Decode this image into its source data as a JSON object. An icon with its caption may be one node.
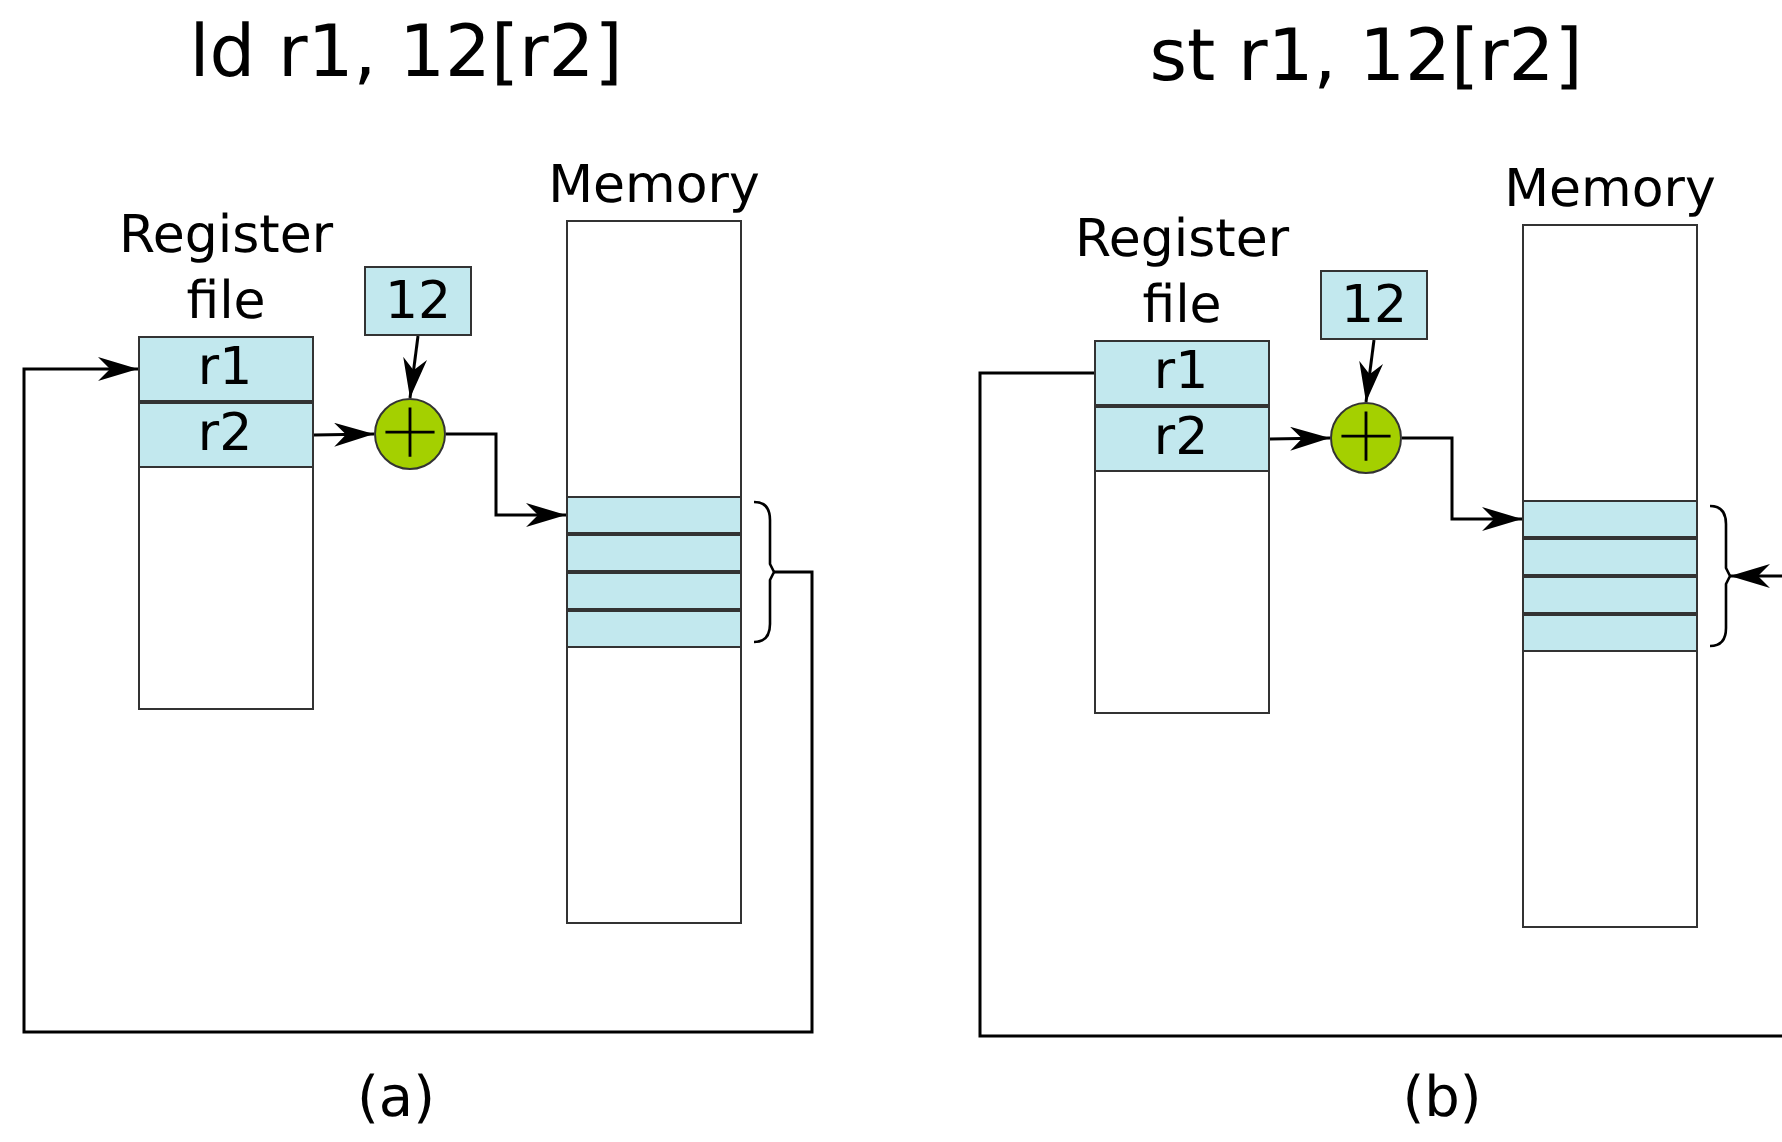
{
  "diagram": {
    "nodes": [
      {
        "text": [
          "Register file"
        ]
      },
      {
        "text": [
          "r1"
        ],
        "in": 0
      },
      {
        "text": [
          "r2"
        ],
        "in": 0
      },
      {
        "text": [
          "12"
        ]
      },
      {
        "text": [],
        "shape": "circle"
      },
      {
        "text": [
          "Memory"
        ]
      },
      {
        "text": [],
        "shape": "box",
        "in": 5
      },
      {
        "text": [],
        "shape": "box",
        "in": 5
      },
      {
        "text": [],
        "shape": "box",
        "in": 5
      },
      {
        "text": [],
        "shape": "box",
        "in": 5
      },
      {
        "text": [],
        "shape": "bracket"
      },
      {
        "text": [
          "Register file"
        ]
      },
      {
        "text": [
          "r1"
        ],
        "in": 11
      },
      {
        "text": [
          "r2"
        ],
        "in": 11
      },
      {
        "text": [
          "12"
        ]
      },
      {
        "text": [],
        "shape": "circle"
      },
      {
        "text": [
          "Memory"
        ]
      },
      {
        "text": [],
        "shape": "box",
        "in": 16
      },
      {
        "text": [],
        "shape": "box",
        "in": 16
      },
      {
        "text": [],
        "shape": "box",
        "in": 16
      },
      {
        "text": [],
        "shape": "box",
        "in": 16
      },
      {
        "text": [],
        "shape": "bracket"
      }
    ],
    "edges": [
      {
        "from": 3,
        "to": 4,
        "arrow": "to"
      },
      {
        "from": 2,
        "to": 4,
        "arrow": "to"
      },
      {
        "from": 4,
        "to": 6,
        "arrow": "to"
      },
      {
        "from": 10,
        "to": 1,
        "arrow": "to"
      },
      {
        "from": 14,
        "to": 15,
        "arrow": "to"
      },
      {
        "from": 13,
        "to": 15,
        "arrow": "to"
      },
      {
        "from": 15,
        "to": 17,
        "arrow": "to"
      },
      {
        "from": 12,
        "to": 21,
        "arrow": "to"
      }
    ],
    "labels": [
      "ld r1, 12[r2]",
      "st r1, 12[r2]",
      "(a)",
      "(b)"
    ]
  }
}
